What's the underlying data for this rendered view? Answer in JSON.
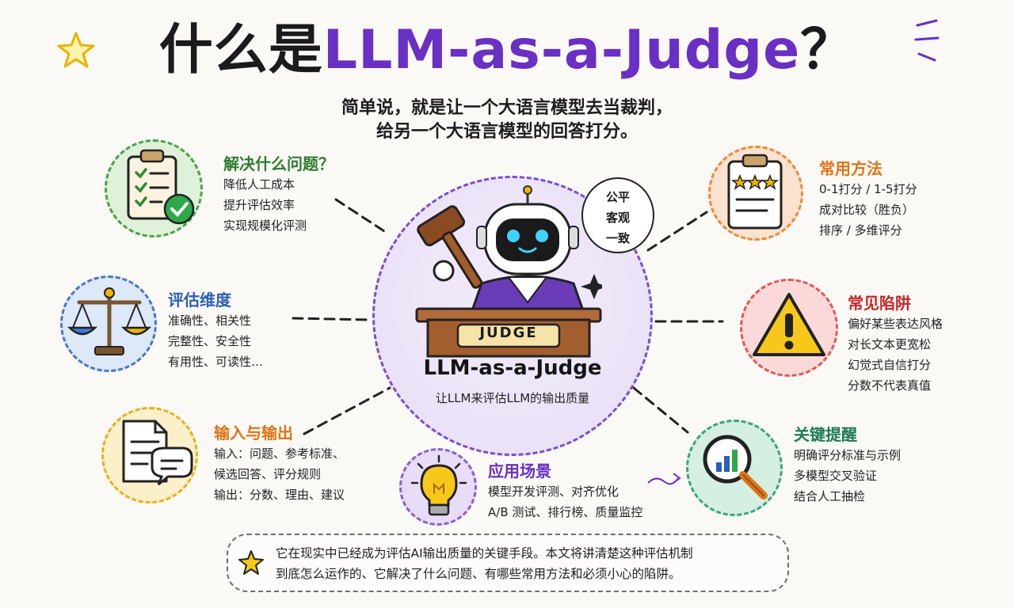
{
  "title": {
    "prefix": "什么是",
    "accent": "LLM-as-a-Judge",
    "suffix": "？"
  },
  "subtitle": {
    "line1": "简单说，就是让一个大语言模型去当裁判，",
    "line2": "给另一个大语言模型的回答打分。"
  },
  "center": {
    "badge": "JUDGE",
    "name": "LLM-as-a-Judge",
    "tagline": "让LLM来评估LLM的输出质量",
    "bubble": [
      "公平",
      "客观",
      "一致"
    ]
  },
  "sections": {
    "problems": {
      "title": "解决什么问题？",
      "lines": [
        "降低人工成本",
        "提升评估效率",
        "实现规模化评测"
      ]
    },
    "dimensions": {
      "title": "评估维度",
      "lines": [
        "准确性、相关性",
        "完整性、安全性",
        "有用性、可读性…"
      ]
    },
    "io": {
      "title": "输入与输出",
      "lines": [
        "输入：问题、参考标准、",
        "候选回答、评分规则",
        "输出：分数、理由、建议"
      ]
    },
    "scenarios": {
      "title": "应用场景",
      "lines": [
        "模型开发评测、对齐优化",
        "A/B 测试、排行榜、质量监控"
      ]
    },
    "methods": {
      "title": "常用方法",
      "lines": [
        "0-1打分 / 1-5打分",
        "成对比较（胜负）",
        "排序 / 多维评分"
      ]
    },
    "pitfalls": {
      "title": "常见陷阱",
      "lines": [
        "偏好某些表达风格",
        "对长文本更宽松",
        "幻觉式自信打分",
        "分数不代表真值"
      ]
    },
    "tips": {
      "title": "关键提醒",
      "lines": [
        "明确评分标准与示例",
        "多模型交叉验证",
        "结合人工抽检"
      ]
    }
  },
  "footer": {
    "line1": "它在现实中已经成为评估AI输出质量的关键手段。本文将讲清楚这种评估机制",
    "line2": "到底怎么运作的、它解决了什么问题、有哪些常用方法和必须小心的陷阱。"
  },
  "colors": {
    "accent": "#6a2fc4",
    "green": "#2e7d2e",
    "blue": "#2b5fb8",
    "orange": "#e07414",
    "purple": "#6a2fc4",
    "red": "#c42828",
    "teal": "#1f7a58"
  },
  "icons": {
    "problems": "clipboard-check-icon",
    "dimensions": "scale-icon",
    "io": "document-chat-icon",
    "scenarios": "lightbulb-icon",
    "methods": "clipboard-stars-icon",
    "pitfalls": "warning-icon",
    "tips": "magnifier-chart-icon",
    "center": "robot-judge-icon"
  }
}
